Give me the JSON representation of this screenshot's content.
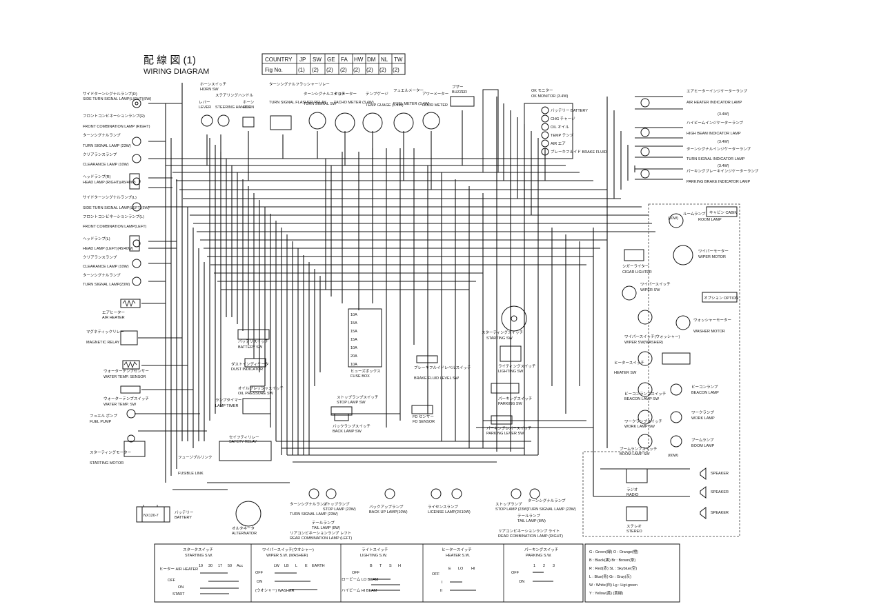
{
  "title_jp": "配 線 図 (1)",
  "title_en": "WIRING DIAGRAM",
  "country_table": {
    "headers": [
      "COUNTRY",
      "JP",
      "SW",
      "GE",
      "FA",
      "HW",
      "DM",
      "NL",
      "TW"
    ],
    "row_label": "Fig No.",
    "values": [
      "(1)",
      "(2)",
      "(2)",
      "(2)",
      "(2)",
      "(2)",
      "(2)",
      "(2)"
    ]
  },
  "left_components": [
    {
      "jp": "サイドターンシグナルランプ(R)",
      "en": "SIDE TURN SIGNAL LAMP(LIGHT)(5W)"
    },
    {
      "jp": "フロントコンビネーションランプ(R)",
      "en": "FRONT COMBINATION LAMP (RIGHT)"
    },
    {
      "jp": "ターンシグナルランプ",
      "en": "TURN SIGNAL LAMP (23W)"
    },
    {
      "jp": "クリアランスランプ",
      "en": "CLEARANCE LAMP (10W)"
    },
    {
      "jp": "ヘッドランプ(R)",
      "en": "HEAD LAMP (RIGHT)(45/40W)"
    },
    {
      "jp": "サイドターンシグナルランプ(L)",
      "en": "SIDE TURN SIGNAL LAMP(LEFT)(5W)"
    },
    {
      "jp": "フロントコンビネーションランプ(L)",
      "en": "FRONT COMBINATION LAMP(LEFT)"
    },
    {
      "jp": "ヘッドランプ(L)",
      "en": "HEAD LAMP (LEFT)(45/40W)"
    },
    {
      "jp": "クリアランスランプ",
      "en": "CLEARANCE LAMP (10W)"
    },
    {
      "jp": "ターンシグナルランプ",
      "en": "TURN SIGNAL LAMP(23W)"
    },
    {
      "jp": "エアヒーター",
      "en": "AIR HEATER"
    },
    {
      "jp": "マグネティックリレー",
      "en": "MAGNETIC RELAY"
    },
    {
      "jp": "ウォーターテンプセンサー",
      "en": "WATER TEMP. SENSOR"
    },
    {
      "jp": "ウォーターテンプスイッチ",
      "en": "WATER TEMP. SW"
    },
    {
      "jp": "フュエル ポンプ",
      "en": "FUEL PUMP"
    },
    {
      "jp": "スターティングモーター",
      "en": "STARTING MOTOR"
    }
  ],
  "top_components": [
    {
      "jp": "ホーンスイッチ",
      "en": "HORN SW"
    },
    {
      "jp": "レバー",
      "en": "LEVER"
    },
    {
      "jp": "ステアリングハンドル",
      "en": "STEERING HANDLE"
    },
    {
      "jp": "ホーン",
      "en": "HORN"
    },
    {
      "jp": "ターンシグナルフラッシャーリレー",
      "en": "TURN SIGNAL FLASHER RELAY"
    },
    {
      "jp": "ターンシグナルスイッチ",
      "en": "TURN SIGNAL SW"
    },
    {
      "jp": "タコメーター",
      "en": "TACHO METER (3.4W)"
    },
    {
      "jp": "テンプゲージ",
      "en": "TEMP GUAGE (3.4W)"
    },
    {
      "jp": "フュエルメーター",
      "en": "FUEL METER (3.4W)"
    },
    {
      "jp": "アワーメーター",
      "en": "HOUR METER"
    },
    {
      "jp": "ブザー",
      "en": "BUZZER"
    },
    {
      "jp": "OK モニター",
      "en": "OK MONITOR (3.4W)"
    }
  ],
  "monitor_items": [
    "バッテリー BATTERY",
    "CHG チャージ",
    "OIL オイル",
    "TEMP テンプ",
    "AIR エア",
    "ブレーキフルイド BRAKE FLUID"
  ],
  "right_components": [
    {
      "jp": "エアヒーターインジケーターランプ",
      "en": "AIR HEATER INDICATOR LAMP",
      "w": "(3.4W)"
    },
    {
      "jp": "ハイビームインジケーターランプ",
      "en": "HIGH BEAM INDICATOR LAMP",
      "w": "(3.4W)"
    },
    {
      "jp": "ターンシグナルインジケーターランプ",
      "en": "TURN SIGNAL INDICATOR LAMP",
      "w": "(3.4W)"
    },
    {
      "jp": "パーキングブレーキインジケーターランプ",
      "en": "PARKING BRAKE INDICATOR LAMP",
      "w": ""
    }
  ],
  "cabin": {
    "tag": "キャビン CABIN",
    "option_tag": "オプション OPTION",
    "items": [
      {
        "jp": "ルームランプ",
        "en": "ROOM LAMP",
        "w": "(10W)"
      },
      {
        "jp": "ワイパーモーター",
        "en": "WIPER MOTOR"
      },
      {
        "jp": "シガーライター",
        "en": "CIGAR LIGHTER"
      },
      {
        "jp": "ワイパースイッチ",
        "en": "WIPER SW"
      },
      {
        "jp": "ウォッシャーモーター",
        "en": "WASHER MOTOR"
      },
      {
        "jp": "ワイパースイッチ(ウォッシャー)",
        "en": "WIPER SW(WASHER)"
      },
      {
        "jp": "ヒータースイッチ",
        "en": "HEATER SW"
      },
      {
        "jp": "ビーコンランプスイッチ",
        "en": "BEACON LAMP SW"
      },
      {
        "jp": "ビーコンランプ",
        "en": "BEACON LAMP"
      },
      {
        "jp": "ワークランプスイッチ",
        "en": "WORK LAMP SW"
      },
      {
        "jp": "ワークランプ",
        "en": "WORK LAMP"
      },
      {
        "jp": "ブームランプスイッチ",
        "en": "BOOM LAMP SW"
      },
      {
        "jp": "ブームランプ",
        "en": "BOOM LAMP",
        "w": "(60W)"
      },
      {
        "jp": "ラジオ",
        "en": "RADIO"
      },
      {
        "jp": "ステレオ",
        "en": "STEREO"
      },
      {
        "jp": "スピーカー",
        "en": "SPEAKER"
      }
    ]
  },
  "center_components": [
    {
      "jp": "スターティングスイッチ",
      "en": "STARTING SW"
    },
    {
      "jp": "バッテリスイッチ",
      "en": "BATTERY SW"
    },
    {
      "jp": "ダストインディケータ",
      "en": "DUST INDICATOR"
    },
    {
      "jp": "オイルプレッシャスイッチ",
      "en": "OIL PRESSURE SW"
    },
    {
      "jp": "ランプタイマー",
      "en": "LAMP TIMER"
    },
    {
      "jp": "ヒューズボックス",
      "en": "FUSE BOX"
    },
    {
      "jp": "ブレーキフルイドレベルスイッチ",
      "en": "BRAKE FLUID LEVEL SW"
    },
    {
      "jp": "ストップランプスイッチ",
      "en": "STOP LAMP SW"
    },
    {
      "jp": "FD センサー",
      "en": "FD SENSOR"
    },
    {
      "jp": "バックランプスイッチ",
      "en": "BACK LAMP SW"
    },
    {
      "jp": "ライティングスイッチ",
      "en": "LIGHTING SW"
    },
    {
      "jp": "パーキングスイッチ",
      "en": "PARKING SW"
    },
    {
      "jp": "パーキングレバースイッチ",
      "en": "PARKING LEVER SW"
    },
    {
      "jp": "セイフティリレー",
      "en": "SAFETY RELAY"
    },
    {
      "jp": "バッテリー",
      "en": "BATTERY"
    },
    {
      "jp": "フュージブルリンク",
      "en": "FUSIBLE LINK"
    },
    {
      "jp": "オルタネータ",
      "en": "ALTERNATOR"
    }
  ],
  "battery_label": "NX120-7",
  "fuse_values": [
    "10A",
    "15A",
    "15A",
    "15A",
    "10A",
    "20A",
    "10A"
  ],
  "bottom_lamps": [
    {
      "jp": "ターンシグナルランプ",
      "en": "TURN SIGNAL LAMP (23W)"
    },
    {
      "jp": "ストップランプ",
      "en": "STOP LAMP (23W)"
    },
    {
      "jp": "テールランプ",
      "en": "TAIL LAMP (8W)"
    },
    {
      "jp": "バックアップランプ",
      "en": "BACK UP LAMP(10W)"
    },
    {
      "jp": "ライセンスランプ",
      "en": "LICENSE LAMP(2X10W)"
    },
    {
      "jp": "ストップランプ",
      "en": "STOP LAMP (23W)"
    },
    {
      "jp": "ターンシグナルランプ",
      "en": "TURN SIGNAL LAMP (23W)"
    },
    {
      "jp": "テールランプ",
      "en": "TAIL LAMP (8W)"
    }
  ],
  "rear_combo_left": {
    "jp": "リアコンビネーションランプ  レフト",
    "en": "REAR COMBINATION LAMP  (LEFT)"
  },
  "rear_combo_right": {
    "jp": "リアコンビネーションランプ  ライト",
    "en": "REAR COMBINATION LAMP  (RIGHT)"
  },
  "switch_tables": [
    {
      "jp": "スタータスイッチ",
      "en": "STARTING S.W.",
      "cols": [
        "19",
        "30",
        "17",
        "50",
        "Acc"
      ],
      "rows": [
        "ヒーター AIR HEATER",
        "OFF",
        "ON",
        "START"
      ]
    },
    {
      "jp": "ワイパースイッチ(ウオシャー)",
      "en": "WIPER S.W. (WASHER)",
      "cols": [
        "LW",
        "LB",
        "L",
        "E",
        "EARTH"
      ],
      "rows": [
        "OFF",
        "ON",
        "(ウオシャー) WASHER"
      ]
    },
    {
      "jp": "ライトスイッチ",
      "en": "LIGHTING S.W.",
      "cols": [
        "B",
        "T",
        "S",
        "H"
      ],
      "rows": [
        "OFF",
        "ロービーム LO BEAM",
        "ハイビーム HI BEAM"
      ]
    },
    {
      "jp": "ヒータースイッチ",
      "en": "HEATER S.W.",
      "cols": [
        "E",
        "LO",
        "HI"
      ],
      "rows": [
        "OFF",
        "I",
        "II"
      ]
    },
    {
      "jp": "パーキングスイッチ",
      "en": "PARKING S.W.",
      "cols": [
        "1",
        "2",
        "3"
      ],
      "rows": [
        "OFF",
        "ON"
      ]
    }
  ],
  "color_legend": [
    "G : Green(緑)   O : Orange(橙)",
    "B : Black(黒)   Br : Brown(茶)",
    "R : Red(赤)     SL : Skyblue(空)",
    "L : Blue(青)    Gr : Gray(灰)",
    "W : White(白)   Lg : Ligt-green",
    "Y : Yellow(黄)       (黄緑)"
  ]
}
